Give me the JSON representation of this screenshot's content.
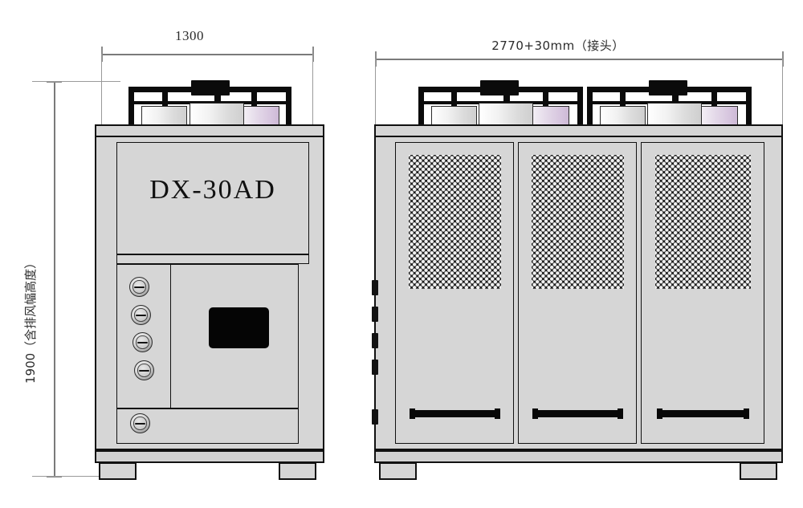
{
  "drawing": {
    "title": "DX-30AD chiller dimensional drawing",
    "model_label": "DX-30AD",
    "dimensions": {
      "front_width": {
        "label": "1300",
        "unit_implied": "mm",
        "name": "front-view-width"
      },
      "side_width": {
        "label": "2770+30mm（接头）",
        "name": "side-view-width",
        "note_cn": "接头"
      },
      "height": {
        "label": "1900（含排风幅高度）",
        "name": "overall-height",
        "note_cn": "含排风幅高度"
      }
    },
    "views": [
      {
        "name": "front-view",
        "caption": "DX-30AD",
        "gauges_left_column": 4,
        "gauges_lower": 1,
        "display_panel": "control-display",
        "feet": 2
      },
      {
        "name": "side-view",
        "mesh_panels": 3,
        "doors": 3,
        "louver_bars": 3,
        "hinges": 5,
        "feet": 2
      }
    ],
    "colors": {
      "body": "#d6d6d6",
      "outline": "#111111",
      "mesh_dark": "#1b1b1b",
      "mesh_hole": "#f0f0f0",
      "accent_black": "#0b0b0b",
      "cylinder_pink": "#d6c4de",
      "dimension_line": "#7a7a7a"
    }
  }
}
